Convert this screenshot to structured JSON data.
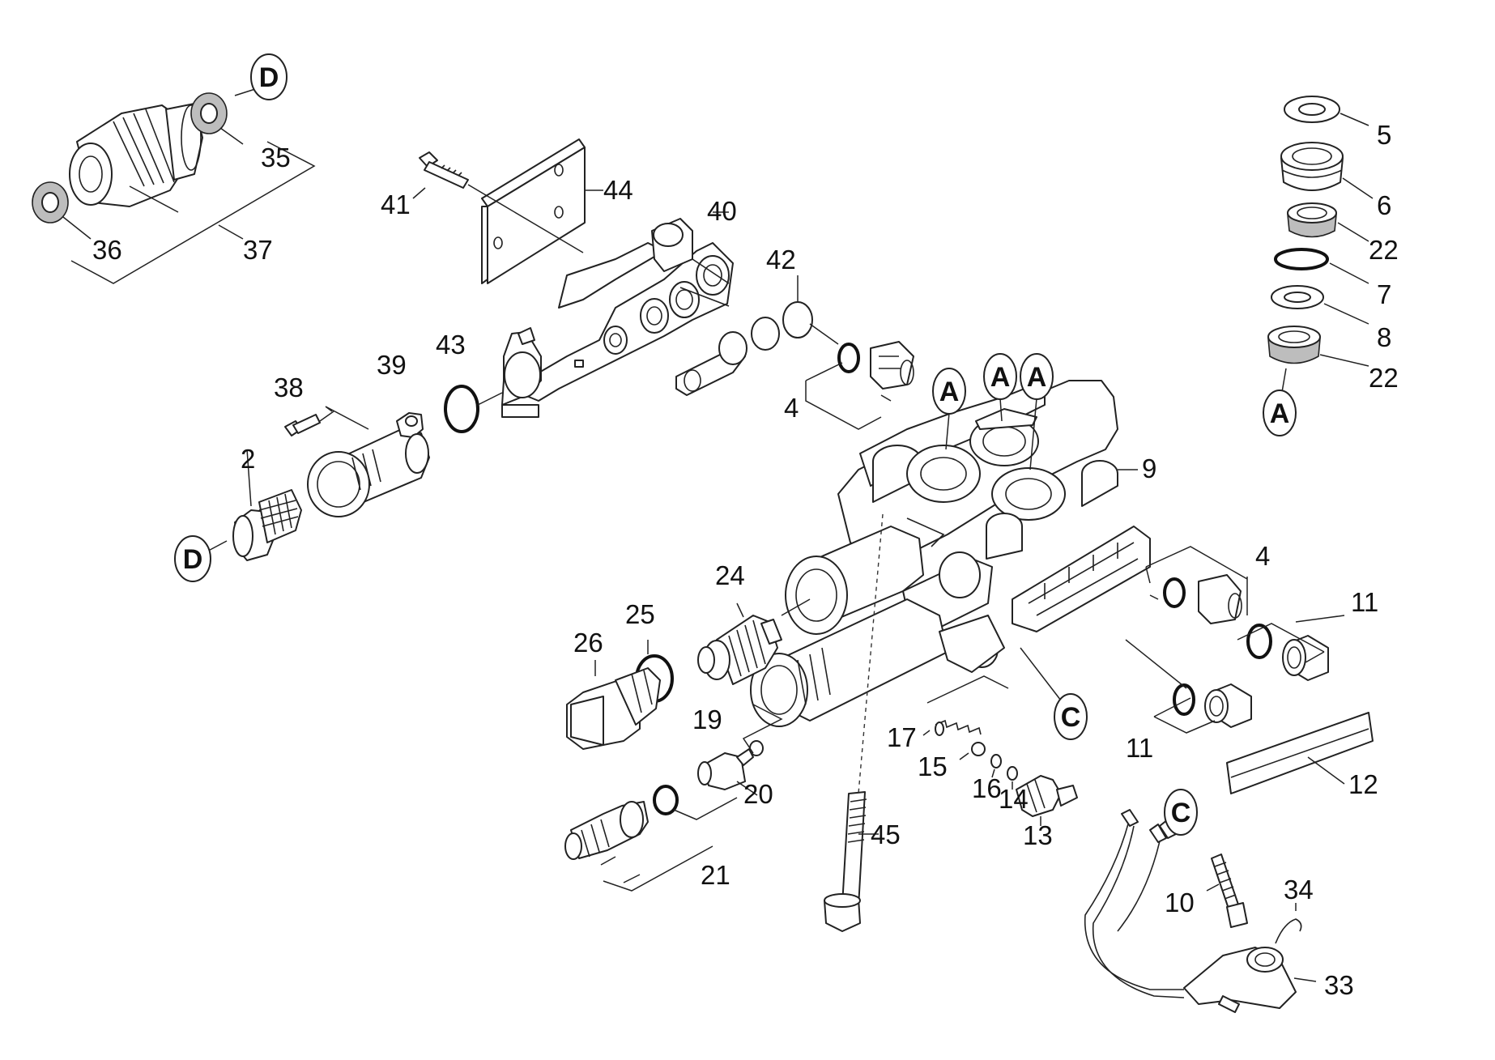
{
  "labels": {
    "l2": "2",
    "l4a": "4",
    "l4b": "4",
    "l5": "5",
    "l6": "6",
    "l7": "7",
    "l8": "8",
    "l9": "9",
    "l10": "10",
    "l11a": "11",
    "l11b": "11",
    "l12": "12",
    "l13": "13",
    "l14": "14",
    "l15": "15",
    "l16": "16",
    "l17": "17",
    "l19": "19",
    "l20": "20",
    "l21": "21",
    "l22a": "22",
    "l22b": "22",
    "l24": "24",
    "l25": "25",
    "l26": "26",
    "l33": "33",
    "l34": "34",
    "l35": "35",
    "l36": "36",
    "l37": "37",
    "l38": "38",
    "l39": "39",
    "l40": "40",
    "l41": "41",
    "l42": "42",
    "l43": "43",
    "l44": "44",
    "l45": "45"
  },
  "refs": {
    "a1": "A",
    "a2": "A",
    "a3": "A",
    "a4": "A",
    "c1": "C",
    "c2": "C",
    "d1": "D",
    "d2": "D"
  }
}
